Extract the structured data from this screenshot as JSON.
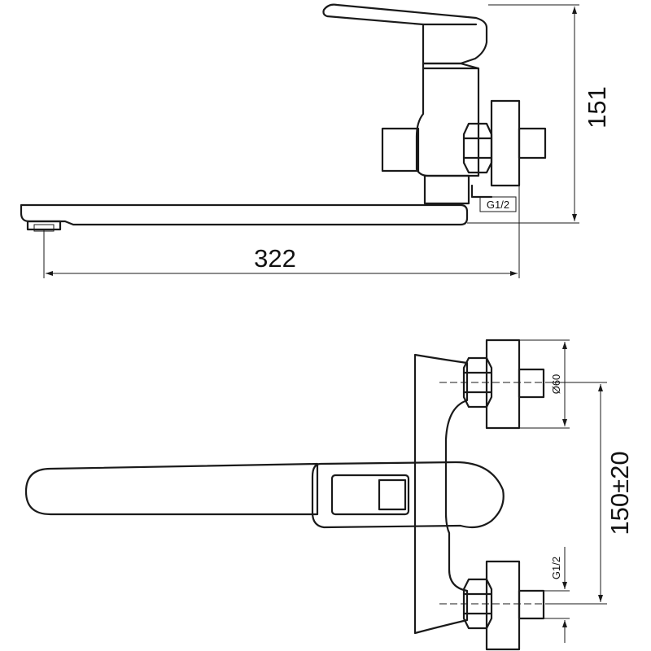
{
  "dimensions": {
    "length": "322",
    "height": "151",
    "center_distance": "150±20",
    "flange_diameter": "Ø60"
  },
  "threads": {
    "side_view": "G1/2",
    "top_view": "G1/2"
  }
}
